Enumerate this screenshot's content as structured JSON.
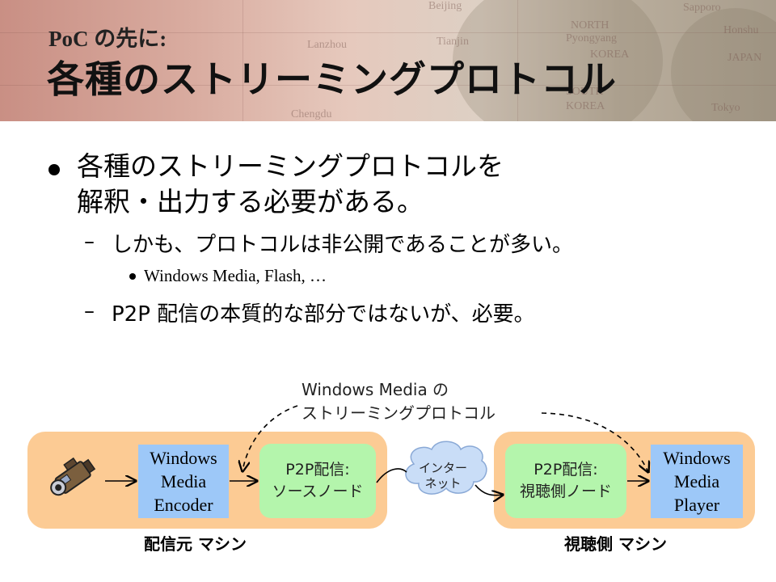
{
  "header": {
    "kicker": "PoC の先に:",
    "title": "各種のストリーミングプロトコル",
    "map_labels": [
      "Beijing",
      "Tianjin",
      "NORTH",
      "Pyongyang",
      "KOREA",
      "SOUTH",
      "KOREA",
      "JAPAN",
      "Honshu",
      "Tokyo",
      "Sapporo",
      "Lanzhou",
      "Chengdu"
    ]
  },
  "bullets": {
    "main_line1": "各種のストリーミングプロトコルを",
    "main_line2": "解釈・出力する必要がある。",
    "sub1_dash": "–",
    "sub1": "しかも、プロトコルは非公開であることが多い。",
    "sub1_item": "Windows Media, Flash, …",
    "sub2_dash": "–",
    "sub2": "P2P 配信の本質的な部分ではないが、必要。"
  },
  "diagram": {
    "annotation_line1": "Windows Media の",
    "annotation_line2": "ストリーミングプロトコル",
    "encoder": [
      "Windows",
      "Media",
      "Encoder"
    ],
    "source_node": [
      "P2P配信:",
      "ソースノード"
    ],
    "internet": [
      "インター",
      "ネット"
    ],
    "viewer_node": [
      "P2P配信:",
      "視聴側ノード"
    ],
    "player": [
      "Windows",
      "Media",
      "Player"
    ],
    "sender_label": "配信元 マシン",
    "receiver_label": "視聴側 マシン",
    "colors": {
      "machine": "#fccb94",
      "app": "#9dc8f8",
      "node": "#b4f5ac",
      "cloud": "#c9ddf7"
    }
  }
}
